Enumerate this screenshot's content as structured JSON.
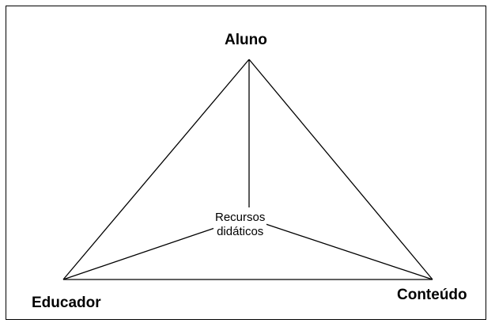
{
  "diagram": {
    "top_label": "Aluno",
    "left_label": "Educador",
    "right_label": "Conteúdo",
    "center_label_line1": "Recursos",
    "center_label_line2": "didáticos"
  },
  "colors": {
    "line": "#000000",
    "background": "#ffffff"
  }
}
